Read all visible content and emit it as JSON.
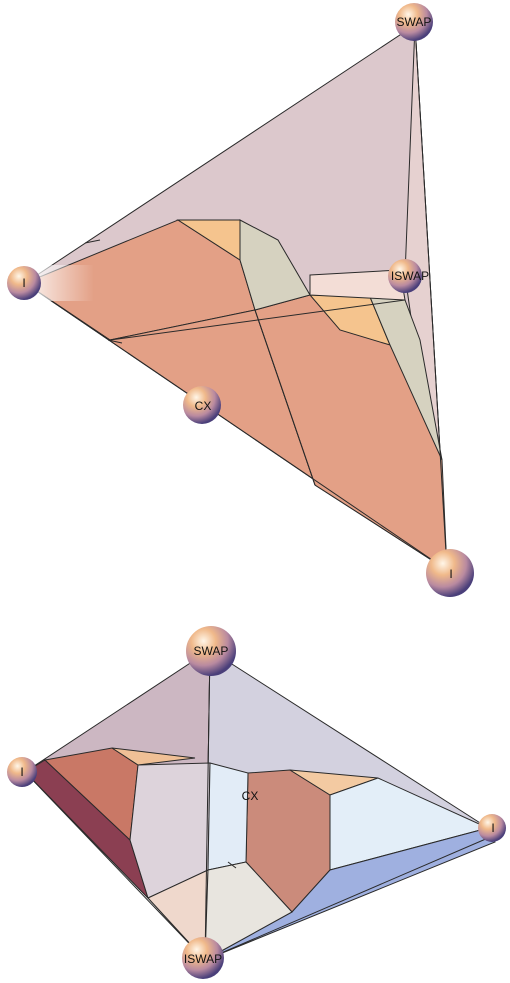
{
  "diagrams": [
    {
      "labels": {
        "swap": "SWAP",
        "iswap": "ISWAP",
        "identity_left": "I",
        "cx": "CX",
        "identity_bottom": "I"
      }
    },
    {
      "labels": {
        "swap": "SWAP",
        "identity_left": "I",
        "cx": "CX",
        "identity_right": "I",
        "iswap": "ISWAP"
      }
    }
  ],
  "colors": {
    "face_salmon": "#e3a086",
    "face_mauve": "#dcc8cc",
    "face_tan": "#f5c48e",
    "face_grey": "#d6d2c0",
    "face_blue": "#9fb0e0",
    "face_lightblue": "#e2ecf7",
    "face_maroon": "#8b3f52"
  }
}
